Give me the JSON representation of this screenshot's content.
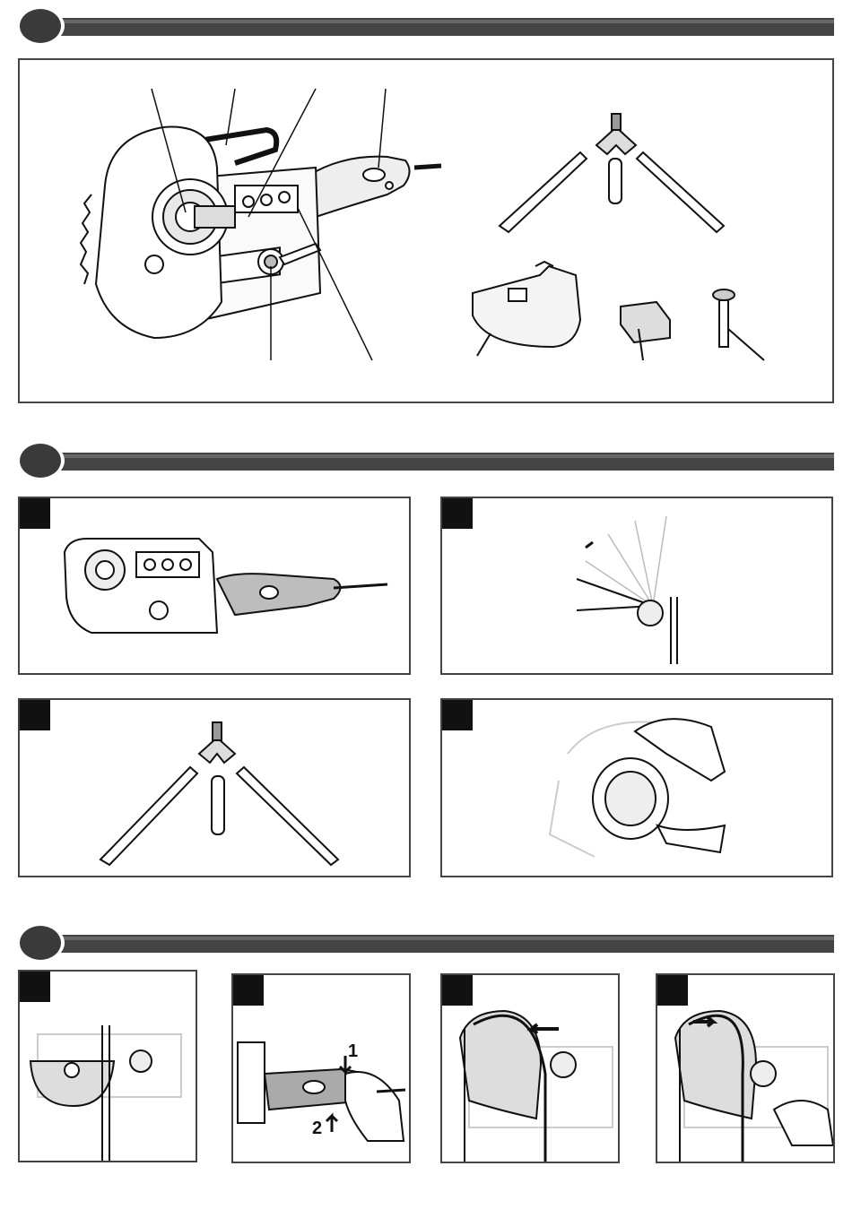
{
  "sections": [
    "section-1",
    "section-2",
    "section-3"
  ],
  "step_markers": {
    "push": "1",
    "pull": "2"
  },
  "colors": {
    "ink": "#111111",
    "bar": "#444444",
    "tool_grey": "#9a9a9a",
    "light_grey": "#cfcfcf",
    "panel_fill": "#ffffff"
  }
}
